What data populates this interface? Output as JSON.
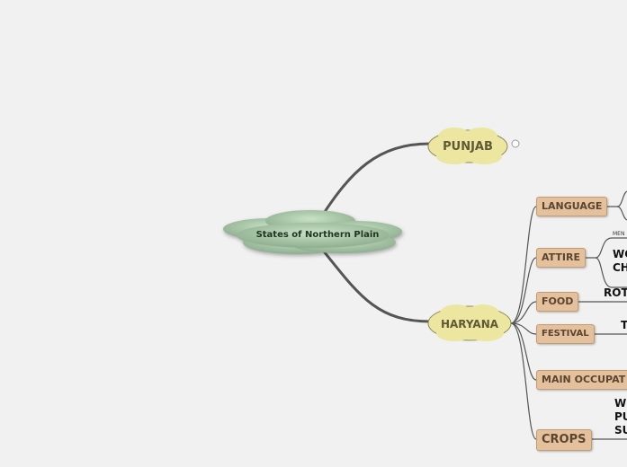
{
  "central": {
    "label": "States of Northern Plain",
    "color": "#a9c9a8"
  },
  "states": [
    {
      "label": "PUNJAB",
      "collapsed_count_icon": "plus-circle-icon"
    },
    {
      "label": "HARYANA"
    }
  ],
  "haryana_topics": [
    {
      "label": "LANGUAGE"
    },
    {
      "label": "ATTIRE",
      "sub_label": "MEN",
      "leaves": [
        "WO",
        "CH"
      ]
    },
    {
      "label": "FOOD",
      "leaves": [
        "ROT"
      ]
    },
    {
      "label": "FESTIVAL",
      "leaves": [
        "T"
      ]
    },
    {
      "label": "MAIN OCCUPAT"
    },
    {
      "label": "CROPS",
      "leaves": [
        "W",
        "PU",
        "SU"
      ]
    }
  ],
  "colors": {
    "state_cloud": "#ece6a0",
    "topic_box": "#e4c09c",
    "background": "#f1f1f1"
  }
}
